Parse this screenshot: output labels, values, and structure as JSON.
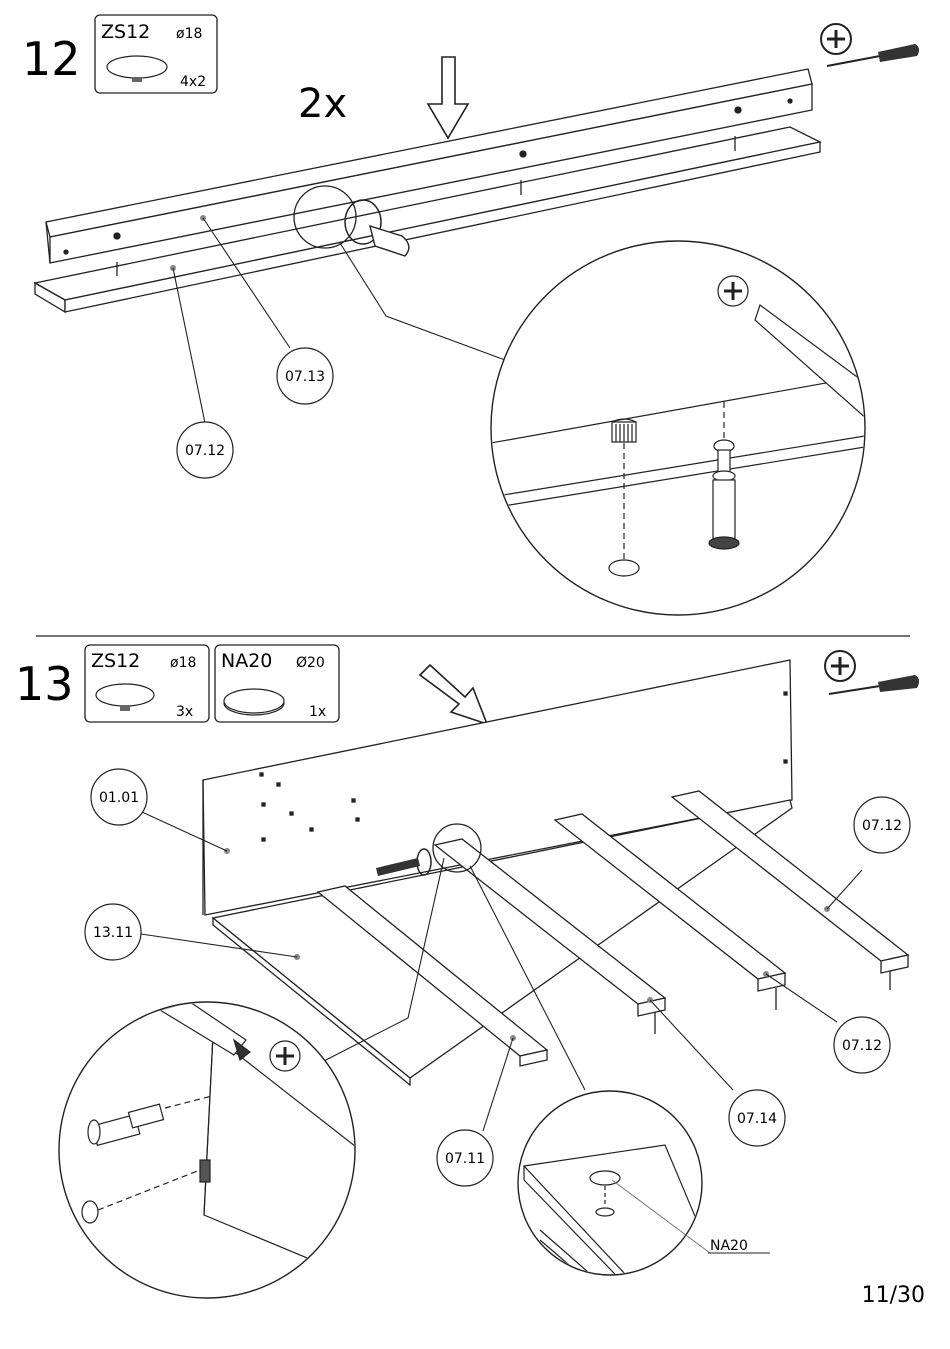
{
  "step12": {
    "number": "12",
    "multiplier": "2x",
    "parts": [
      {
        "code": "ZS12",
        "diameter": "ø18",
        "qty": "4x2"
      }
    ],
    "labels": [
      "07.13",
      "07.12"
    ]
  },
  "step13": {
    "number": "13",
    "parts": [
      {
        "code": "ZS12",
        "diameter": "ø18",
        "qty": "3x"
      },
      {
        "code": "NA20",
        "diameter": "Ø20",
        "qty": "1x"
      }
    ],
    "labels": [
      "01.01",
      "07.12",
      "13.11",
      "07.12",
      "07.14",
      "07.11"
    ],
    "callout_part": "NA20"
  },
  "tools": {
    "step12": "screwdriver-plus-icon",
    "step13": "screwdriver-plus-icon"
  },
  "page_number": "11/30"
}
